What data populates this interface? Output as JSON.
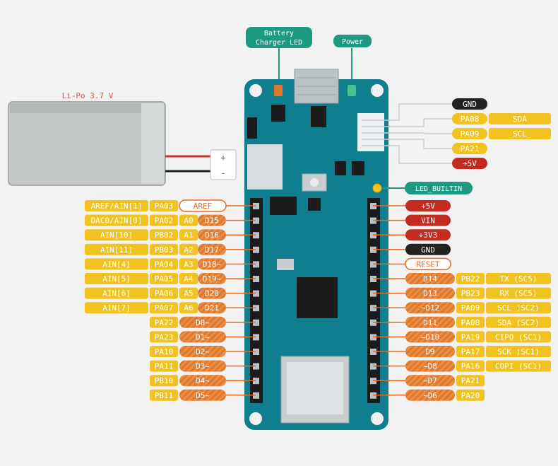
{
  "battery": {
    "label": "Li-Po 3.7 V",
    "plus": "+",
    "minus": "-"
  },
  "callouts": {
    "charger": [
      "Battery",
      "Charger LED"
    ],
    "power": "Power",
    "led_builtin": "LED_BUILTIN"
  },
  "colors": {
    "yellow": "#f2c320",
    "orange": "#e0782b",
    "teal": "#1f9a82",
    "board": "#0f7f8f",
    "black": "#222222",
    "red": "#c42a1f",
    "label_orange": "#e86a1e",
    "battery_label": "#d9534f"
  },
  "left_pins": [
    {
      "labels": [
        {
          "text": "AREF/AIN[1]",
          "style": "yellow"
        },
        {
          "text": "PA03",
          "style": "yellow"
        },
        {
          "text": "AREF",
          "style": "outline"
        }
      ]
    },
    {
      "labels": [
        {
          "text": "DAC0/AIN[0]",
          "style": "yellow"
        },
        {
          "text": "PA02",
          "style": "yellow"
        },
        {
          "text": "A0",
          "style": "yellow"
        },
        {
          "text": "D15",
          "style": "orange"
        }
      ]
    },
    {
      "labels": [
        {
          "text": "AIN[10]",
          "style": "yellow"
        },
        {
          "text": "PB02",
          "style": "yellow"
        },
        {
          "text": "A1",
          "style": "yellow"
        },
        {
          "text": "D16",
          "style": "orange"
        }
      ]
    },
    {
      "labels": [
        {
          "text": "AIN[11]",
          "style": "yellow"
        },
        {
          "text": "PB03",
          "style": "yellow"
        },
        {
          "text": "A2",
          "style": "yellow"
        },
        {
          "text": "D17",
          "style": "orange"
        }
      ]
    },
    {
      "labels": [
        {
          "text": "AIN[4]",
          "style": "yellow"
        },
        {
          "text": "PA04",
          "style": "yellow"
        },
        {
          "text": "A3",
          "style": "yellow"
        },
        {
          "text": "D18~",
          "style": "orange"
        }
      ]
    },
    {
      "labels": [
        {
          "text": "AIN[5]",
          "style": "yellow"
        },
        {
          "text": "PA05",
          "style": "yellow"
        },
        {
          "text": "A4",
          "style": "yellow"
        },
        {
          "text": "D19~",
          "style": "orange"
        }
      ]
    },
    {
      "labels": [
        {
          "text": "AIN[6]",
          "style": "yellow"
        },
        {
          "text": "PA06",
          "style": "yellow"
        },
        {
          "text": "A5",
          "style": "yellow"
        },
        {
          "text": "D20",
          "style": "orange"
        }
      ]
    },
    {
      "labels": [
        {
          "text": "AIN[7]",
          "style": "yellow"
        },
        {
          "text": "PA07",
          "style": "yellow"
        },
        {
          "text": "A6",
          "style": "yellow"
        },
        {
          "text": "D21",
          "style": "orange"
        }
      ]
    },
    {
      "labels": [
        {
          "text": "PA22",
          "style": "yellow"
        },
        {
          "text": "D0~",
          "style": "orange"
        }
      ]
    },
    {
      "labels": [
        {
          "text": "PA23",
          "style": "yellow"
        },
        {
          "text": "D1~",
          "style": "orange"
        }
      ]
    },
    {
      "labels": [
        {
          "text": "PA10",
          "style": "yellow"
        },
        {
          "text": "D2~",
          "style": "orange"
        }
      ]
    },
    {
      "labels": [
        {
          "text": "PA11",
          "style": "yellow"
        },
        {
          "text": "D3~",
          "style": "orange"
        }
      ]
    },
    {
      "labels": [
        {
          "text": "PB10",
          "style": "yellow"
        },
        {
          "text": "D4~",
          "style": "orange"
        }
      ]
    },
    {
      "labels": [
        {
          "text": "PB11",
          "style": "yellow"
        },
        {
          "text": "D5~",
          "style": "orange"
        }
      ]
    }
  ],
  "right_pins": [
    {
      "labels": [
        {
          "text": "+5V",
          "style": "red"
        }
      ]
    },
    {
      "labels": [
        {
          "text": "VIN",
          "style": "red"
        }
      ]
    },
    {
      "labels": [
        {
          "text": "+3V3",
          "style": "red"
        }
      ]
    },
    {
      "labels": [
        {
          "text": "GND",
          "style": "black"
        }
      ]
    },
    {
      "labels": [
        {
          "text": "RESET",
          "style": "outline"
        }
      ]
    },
    {
      "labels": [
        {
          "text": "D14",
          "style": "orange"
        },
        {
          "text": "PB22",
          "style": "yellow"
        },
        {
          "text": "TX (SC5)",
          "style": "yellow"
        }
      ]
    },
    {
      "labels": [
        {
          "text": "D13",
          "style": "orange"
        },
        {
          "text": "PB23",
          "style": "yellow"
        },
        {
          "text": "RX (SC5)",
          "style": "yellow"
        }
      ]
    },
    {
      "labels": [
        {
          "text": "~D12",
          "style": "orange"
        },
        {
          "text": "PA09",
          "style": "yellow"
        },
        {
          "text": "SCL (SC2)",
          "style": "yellow"
        }
      ]
    },
    {
      "labels": [
        {
          "text": "D11",
          "style": "orange"
        },
        {
          "text": "PA08",
          "style": "yellow"
        },
        {
          "text": "SDA (SC2)",
          "style": "yellow"
        }
      ]
    },
    {
      "labels": [
        {
          "text": "~D10",
          "style": "orange"
        },
        {
          "text": "PA19",
          "style": "yellow"
        },
        {
          "text": "CIPO (SC1)",
          "style": "yellow"
        }
      ]
    },
    {
      "labels": [
        {
          "text": "D9",
          "style": "orange"
        },
        {
          "text": "PA17",
          "style": "yellow"
        },
        {
          "text": "SCK (SC1)",
          "style": "yellow"
        }
      ]
    },
    {
      "labels": [
        {
          "text": "~D8",
          "style": "orange"
        },
        {
          "text": "PA16",
          "style": "yellow"
        },
        {
          "text": "COPI (SC1)",
          "style": "yellow"
        }
      ]
    },
    {
      "labels": [
        {
          "text": "~D7",
          "style": "orange"
        },
        {
          "text": "PA21",
          "style": "yellow"
        }
      ]
    },
    {
      "labels": [
        {
          "text": "~D6",
          "style": "orange"
        },
        {
          "text": "PA20",
          "style": "yellow"
        }
      ]
    }
  ],
  "top_header": [
    {
      "labels": [
        {
          "text": "GND",
          "style": "black"
        }
      ]
    },
    {
      "labels": [
        {
          "text": "PA08",
          "style": "yellow"
        },
        {
          "text": "SDA",
          "style": "yellow"
        }
      ]
    },
    {
      "labels": [
        {
          "text": "PA09",
          "style": "yellow"
        },
        {
          "text": "SCL",
          "style": "yellow"
        }
      ]
    },
    {
      "labels": [
        {
          "text": "PA21",
          "style": "yellow"
        }
      ]
    },
    {
      "labels": [
        {
          "text": "+5V",
          "style": "red"
        }
      ]
    }
  ]
}
